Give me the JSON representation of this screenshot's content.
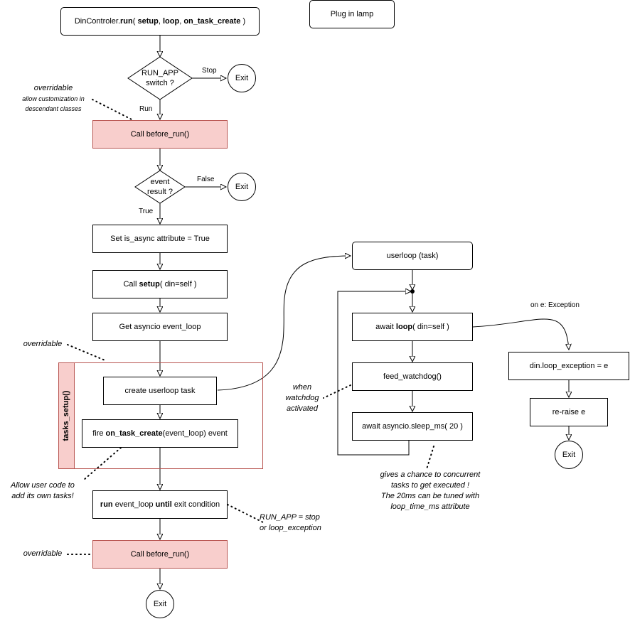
{
  "nodes": {
    "start": {
      "prefix": "DinControler.",
      "method": "run",
      "open": "( ",
      "a1": "setup",
      "sep1": ", ",
      "a2": "loop",
      "sep2": ", ",
      "a3": "on_task_create",
      "close": " )"
    },
    "plugin": "Plug in lamp",
    "run_app_switch": {
      "line1": "RUN_APP",
      "line2": "switch ?"
    },
    "exit1": "Exit",
    "before_run_1": "Call before_run()",
    "event_result": {
      "line1": "event",
      "line2": "result ?"
    },
    "exit2": "Exit",
    "set_async": "Set is_async attribute = True",
    "call_setup": {
      "pre": "Call ",
      "bold": "setup",
      "post": "( din=self )"
    },
    "get_loop": "Get asyncio event_loop",
    "tasks_setup": "tasks_setup()",
    "create_userloop": "create userloop task",
    "fire_event": {
      "pre": "fire ",
      "bold": "on_task_create",
      "post": "(event_loop) event"
    },
    "run_loop": {
      "b1": "run",
      "mid": " event_loop ",
      "b2": "until",
      "post": " exit condition"
    },
    "before_run_2": "Call before_run()",
    "exit3": "Exit",
    "userloop": "userloop (task)",
    "await_loop": {
      "pre": "await ",
      "bold": "loop",
      "post": "( din=self )"
    },
    "feed_watchdog": "feed_watchdog()",
    "sleep": "await asyncio.sleep_ms( 20 )",
    "loop_exception": "din.loop_exception = e",
    "reraise": "re-raise e",
    "exit4": "Exit"
  },
  "edge_labels": {
    "stop": "Stop",
    "run": "Run",
    "false": "False",
    "true": "True",
    "on_exception": "on e: Exception"
  },
  "annotations": {
    "overridable_1": {
      "title": "overridable",
      "line2": "allow customization in",
      "line3": "descendant classes"
    },
    "overridable_2": "overridable",
    "overridable_3": "overridable",
    "user_code": {
      "line1": "Allow user code to",
      "line2": "add its own tasks!"
    },
    "exit_condition": {
      "line1": "RUN_APP = stop",
      "line2": "or loop_exception"
    },
    "watchdog": {
      "line1": "when",
      "line2": "watchdog",
      "line3": "activated"
    },
    "concurrent": {
      "line1": "gives a chance to concurrent",
      "line2": "tasks to get executed !",
      "line3": "The 20ms can be tuned with",
      "line4": "loop_time_ms attribute"
    }
  },
  "colors": {
    "highlight_fill": "#f8cecc",
    "highlight_stroke": "#b85450",
    "line": "#000000"
  }
}
